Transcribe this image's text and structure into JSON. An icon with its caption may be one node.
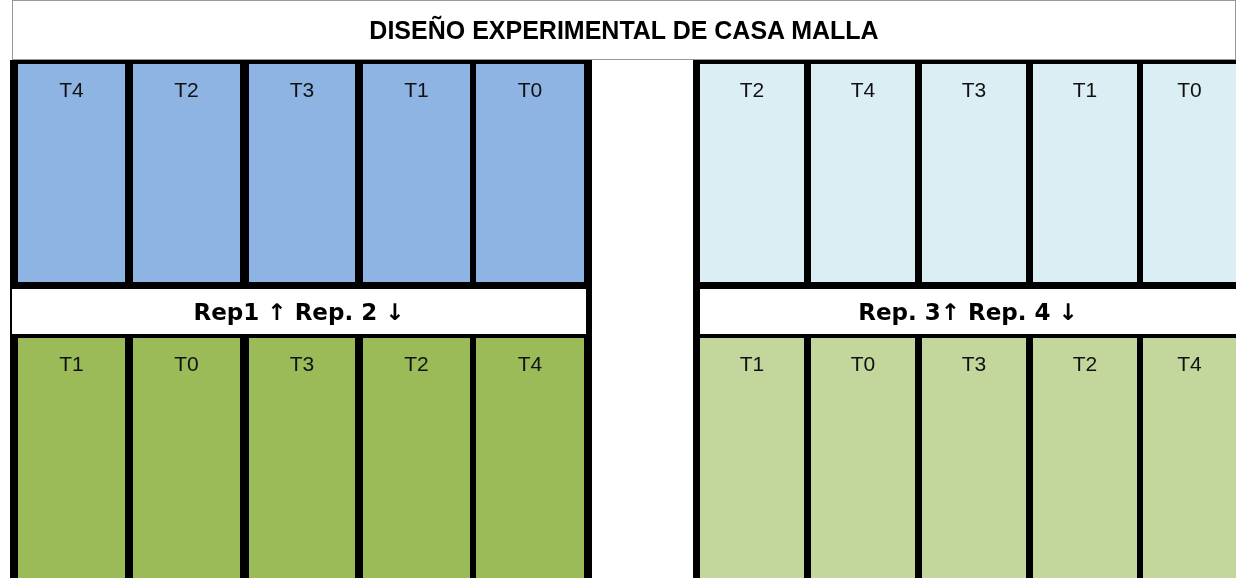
{
  "diagram": {
    "title": "DISEÑO EXPERIMENTAL DE CASA MALLA",
    "nodes": [
      {
        "text": [
          "T4"
        ]
      },
      {
        "text": [
          "T2"
        ]
      },
      {
        "text": [
          "T3"
        ]
      },
      {
        "text": [
          "T1"
        ]
      },
      {
        "text": [
          "T0"
        ]
      },
      {
        "text": [
          "T2"
        ]
      },
      {
        "text": [
          "T4"
        ]
      },
      {
        "text": [
          "T3"
        ]
      },
      {
        "text": [
          "T1"
        ]
      },
      {
        "text": [
          "T0"
        ]
      },
      {
        "text": [
          "Rep1 ↑ Rep. 2 ↓"
        ]
      },
      {
        "text": [
          "Rep. 3↑ Rep. 4 ↓"
        ]
      },
      {
        "text": [
          "T1"
        ]
      },
      {
        "text": [
          "T0"
        ]
      },
      {
        "text": [
          "T3"
        ]
      },
      {
        "text": [
          "T2"
        ]
      },
      {
        "text": [
          "T4"
        ]
      },
      {
        "text": [
          "T1"
        ]
      },
      {
        "text": [
          "T0"
        ]
      },
      {
        "text": [
          "T3"
        ]
      },
      {
        "text": [
          "T2"
        ]
      },
      {
        "text": [
          "T4"
        ]
      }
    ]
  }
}
